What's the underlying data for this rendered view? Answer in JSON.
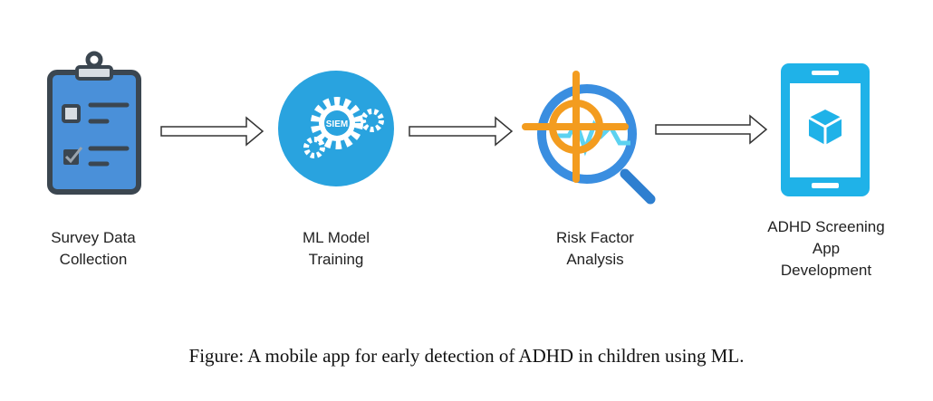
{
  "steps": [
    {
      "icon": "clipboard-checklist-icon",
      "label_lines": [
        "Survey Data",
        "Collection"
      ]
    },
    {
      "icon": "gears-icon",
      "label_lines": [
        "ML Model",
        "Training"
      ],
      "icon_text": "SIEM"
    },
    {
      "icon": "magnifier-target-icon",
      "label_lines": [
        "Risk Factor",
        "Analysis"
      ]
    },
    {
      "icon": "mobile-app-icon",
      "label_lines": [
        "ADHD Screening",
        "App",
        "Development"
      ]
    }
  ],
  "caption": "Figure: A mobile app for early detection of ADHD in children using ML.",
  "colors": {
    "clipboard": "#4a90d9",
    "outline": "#3b4650",
    "gear_circle": "#29a3df",
    "magnifier": "#2e86de",
    "target": "#f39c1f",
    "phone": "#1fb2e8"
  }
}
